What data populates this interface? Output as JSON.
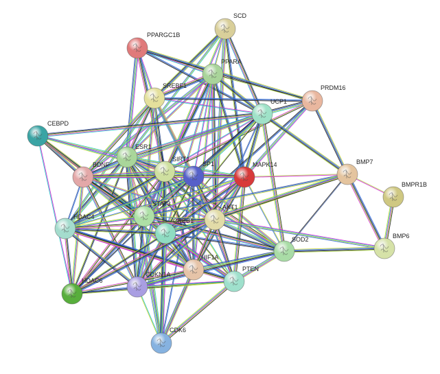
{
  "edge_colors": [
    "#c8d42a",
    "#d21fd2",
    "#1b1b1b",
    "#2f6fe0",
    "#19c3c3",
    "#b4e04a",
    "#3c5a9c"
  ],
  "nodes": [
    {
      "id": "SCD",
      "label": "SCD",
      "color": "#d9cf9a"
    },
    {
      "id": "PPARGC1B",
      "label": "PPARGC1B",
      "color": "#e07a7a"
    },
    {
      "id": "PPARA",
      "label": "PPARA",
      "color": "#a9d49a"
    },
    {
      "id": "SREBF1",
      "label": "SREBF1",
      "color": "#e4e09c"
    },
    {
      "id": "PRDM16",
      "label": "PRDM16",
      "color": "#e9b79f"
    },
    {
      "id": "UCP1",
      "label": "UCP1",
      "color": "#9fe2c8"
    },
    {
      "id": "CEBPD",
      "label": "CEBPD",
      "color": "#3aa4a4"
    },
    {
      "id": "ESR1",
      "label": "ESR1",
      "color": "#a9d69a"
    },
    {
      "id": "BDNF",
      "label": "BDNF",
      "color": "#e3a8a8"
    },
    {
      "id": "SIRT1",
      "label": "SIRT1",
      "color": "#cfe0a0"
    },
    {
      "id": "SP1",
      "label": "SP1",
      "color": "#5660c9"
    },
    {
      "id": "MAPK14",
      "label": "MAPK14",
      "color": "#d83a3a"
    },
    {
      "id": "BMP7",
      "label": "BMP7",
      "color": "#e4c49e"
    },
    {
      "id": "BMPR1B",
      "label": "BMPR1B",
      "color": "#cfc882"
    },
    {
      "id": "STAT3",
      "label": "STAT3",
      "color": "#aee0a6"
    },
    {
      "id": "HDAC4",
      "label": "HDAC4",
      "color": "#a4dccd"
    },
    {
      "id": "CREB1",
      "label": "CREB1",
      "color": "#8fdcc2"
    },
    {
      "id": "AKT1",
      "label": "AKT1",
      "color": "#e2dca8"
    },
    {
      "id": "SOD2",
      "label": "SOD2",
      "color": "#a9dca6"
    },
    {
      "id": "BMP6",
      "label": "BMP6",
      "color": "#d6e2a8"
    },
    {
      "id": "HIF1A",
      "label": "HIF1A",
      "color": "#e6c4a8"
    },
    {
      "id": "HDAC6",
      "label": "HDAC6",
      "color": "#58ae3c"
    },
    {
      "id": "CDKN1A",
      "label": "CDKN1A",
      "color": "#a99ee2"
    },
    {
      "id": "PTEN",
      "label": "PTEN",
      "color": "#9fe0cc"
    },
    {
      "id": "CDK6",
      "label": "CDK6",
      "color": "#86b2e0"
    }
  ],
  "edges": [
    [
      "SCD",
      "PPARA"
    ],
    [
      "SCD",
      "SREBF1"
    ],
    [
      "SCD",
      "UCP1"
    ],
    [
      "SCD",
      "SIRT1"
    ],
    [
      "SCD",
      "AKT1"
    ],
    [
      "SCD",
      "MAPK14"
    ],
    [
      "SCD",
      "ESR1"
    ],
    [
      "PPARGC1B",
      "SREBF1"
    ],
    [
      "PPARGC1B",
      "PPARA"
    ],
    [
      "PPARGC1B",
      "ESR1"
    ],
    [
      "PPARGC1B",
      "UCP1"
    ],
    [
      "PPARGC1B",
      "SIRT1"
    ],
    [
      "PPARGC1B",
      "PRDM16"
    ],
    [
      "PPARA",
      "SREBF1"
    ],
    [
      "PPARA",
      "UCP1"
    ],
    [
      "PPARA",
      "SIRT1"
    ],
    [
      "PPARA",
      "PRDM16"
    ],
    [
      "PPARA",
      "SP1"
    ],
    [
      "PPARA",
      "STAT3"
    ],
    [
      "PPARA",
      "CREB1"
    ],
    [
      "PPARA",
      "AKT1"
    ],
    [
      "PPARA",
      "ESR1"
    ],
    [
      "PPARA",
      "MAPK14"
    ],
    [
      "PPARA",
      "HIF1A"
    ],
    [
      "PPARA",
      "BDNF"
    ],
    [
      "SREBF1",
      "UCP1"
    ],
    [
      "SREBF1",
      "SIRT1"
    ],
    [
      "SREBF1",
      "SP1"
    ],
    [
      "SREBF1",
      "AKT1"
    ],
    [
      "SREBF1",
      "PRDM16"
    ],
    [
      "SREBF1",
      "ESR1"
    ],
    [
      "SREBF1",
      "STAT3"
    ],
    [
      "SREBF1",
      "CREB1"
    ],
    [
      "SREBF1",
      "HDAC4"
    ],
    [
      "SREBF1",
      "BDNF"
    ],
    [
      "PRDM16",
      "UCP1"
    ],
    [
      "PRDM16",
      "BMP7"
    ],
    [
      "PRDM16",
      "SIRT1"
    ],
    [
      "PRDM16",
      "MAPK14"
    ],
    [
      "PRDM16",
      "CREB1"
    ],
    [
      "UCP1",
      "SIRT1"
    ],
    [
      "UCP1",
      "SP1"
    ],
    [
      "UCP1",
      "MAPK14"
    ],
    [
      "UCP1",
      "BMP7"
    ],
    [
      "UCP1",
      "AKT1"
    ],
    [
      "UCP1",
      "CREB1"
    ],
    [
      "UCP1",
      "ESR1"
    ],
    [
      "UCP1",
      "STAT3"
    ],
    [
      "UCP1",
      "SOD2"
    ],
    [
      "UCP1",
      "BDNF"
    ],
    [
      "CEBPD",
      "BDNF"
    ],
    [
      "CEBPD",
      "ESR1"
    ],
    [
      "CEBPD",
      "STAT3"
    ],
    [
      "CEBPD",
      "HDAC6"
    ],
    [
      "CEBPD",
      "SIRT1"
    ],
    [
      "CEBPD",
      "UCP1"
    ],
    [
      "CEBPD",
      "CREB1"
    ],
    [
      "ESR1",
      "SIRT1"
    ],
    [
      "ESR1",
      "SP1"
    ],
    [
      "ESR1",
      "AKT1"
    ],
    [
      "ESR1",
      "STAT3"
    ],
    [
      "ESR1",
      "CREB1"
    ],
    [
      "ESR1",
      "HIF1A"
    ],
    [
      "ESR1",
      "CDKN1A"
    ],
    [
      "ESR1",
      "BDNF"
    ],
    [
      "ESR1",
      "HDAC4"
    ],
    [
      "ESR1",
      "PTEN"
    ],
    [
      "ESR1",
      "MAPK14"
    ],
    [
      "ESR1",
      "SOD2"
    ],
    [
      "ESR1",
      "HDAC6"
    ],
    [
      "ESR1",
      "CDK6"
    ],
    [
      "BDNF",
      "SIRT1"
    ],
    [
      "BDNF",
      "SP1"
    ],
    [
      "BDNF",
      "AKT1"
    ],
    [
      "BDNF",
      "STAT3"
    ],
    [
      "BDNF",
      "CREB1"
    ],
    [
      "BDNF",
      "HDAC4"
    ],
    [
      "BDNF",
      "MAPK14"
    ],
    [
      "BDNF",
      "HDAC6"
    ],
    [
      "BDNF",
      "CDKN1A"
    ],
    [
      "BDNF",
      "HIF1A"
    ],
    [
      "BDNF",
      "PTEN"
    ],
    [
      "SIRT1",
      "SP1"
    ],
    [
      "SIRT1",
      "MAPK14"
    ],
    [
      "SIRT1",
      "AKT1"
    ],
    [
      "SIRT1",
      "STAT3"
    ],
    [
      "SIRT1",
      "CREB1"
    ],
    [
      "SIRT1",
      "HIF1A"
    ],
    [
      "SIRT1",
      "CDKN1A"
    ],
    [
      "SIRT1",
      "HDAC4"
    ],
    [
      "SIRT1",
      "PTEN"
    ],
    [
      "SIRT1",
      "SOD2"
    ],
    [
      "SIRT1",
      "HDAC6"
    ],
    [
      "SIRT1",
      "CDK6"
    ],
    [
      "SP1",
      "MAPK14"
    ],
    [
      "SP1",
      "AKT1"
    ],
    [
      "SP1",
      "STAT3"
    ],
    [
      "SP1",
      "CREB1"
    ],
    [
      "SP1",
      "HIF1A"
    ],
    [
      "SP1",
      "CDKN1A"
    ],
    [
      "SP1",
      "PTEN"
    ],
    [
      "SP1",
      "SOD2"
    ],
    [
      "SP1",
      "HDAC4"
    ],
    [
      "SP1",
      "HDAC6"
    ],
    [
      "SP1",
      "CDK6"
    ],
    [
      "MAPK14",
      "AKT1"
    ],
    [
      "MAPK14",
      "STAT3"
    ],
    [
      "MAPK14",
      "CREB1"
    ],
    [
      "MAPK14",
      "HIF1A"
    ],
    [
      "MAPK14",
      "CDKN1A"
    ],
    [
      "MAPK14",
      "PTEN"
    ],
    [
      "MAPK14",
      "SOD2"
    ],
    [
      "MAPK14",
      "HDAC4"
    ],
    [
      "MAPK14",
      "BMP7"
    ],
    [
      "BMP7",
      "BMPR1B"
    ],
    [
      "BMP7",
      "BMP6"
    ],
    [
      "BMP7",
      "AKT1"
    ],
    [
      "BMP7",
      "STAT3"
    ],
    [
      "BMP7",
      "SOD2"
    ],
    [
      "BMP7",
      "CREB1"
    ],
    [
      "BMPR1B",
      "BMP6"
    ],
    [
      "STAT3",
      "HDAC4"
    ],
    [
      "STAT3",
      "CREB1"
    ],
    [
      "STAT3",
      "AKT1"
    ],
    [
      "STAT3",
      "HIF1A"
    ],
    [
      "STAT3",
      "CDKN1A"
    ],
    [
      "STAT3",
      "PTEN"
    ],
    [
      "STAT3",
      "HDAC6"
    ],
    [
      "STAT3",
      "CDK6"
    ],
    [
      "STAT3",
      "SOD2"
    ],
    [
      "HDAC4",
      "HDAC6"
    ],
    [
      "HDAC4",
      "CREB1"
    ],
    [
      "HDAC4",
      "CDKN1A"
    ],
    [
      "HDAC4",
      "HIF1A"
    ],
    [
      "HDAC4",
      "AKT1"
    ],
    [
      "HDAC4",
      "PTEN"
    ],
    [
      "CREB1",
      "AKT1"
    ],
    [
      "CREB1",
      "HIF1A"
    ],
    [
      "CREB1",
      "CDKN1A"
    ],
    [
      "CREB1",
      "PTEN"
    ],
    [
      "CREB1",
      "HDAC6"
    ],
    [
      "CREB1",
      "CDK6"
    ],
    [
      "CREB1",
      "SOD2"
    ],
    [
      "AKT1",
      "HIF1A"
    ],
    [
      "AKT1",
      "CDKN1A"
    ],
    [
      "AKT1",
      "PTEN"
    ],
    [
      "AKT1",
      "SOD2"
    ],
    [
      "AKT1",
      "HDAC6"
    ],
    [
      "AKT1",
      "CDK6"
    ],
    [
      "AKT1",
      "BMP6"
    ],
    [
      "SOD2",
      "HIF1A"
    ],
    [
      "SOD2",
      "PTEN"
    ],
    [
      "SOD2",
      "BMP6"
    ],
    [
      "SOD2",
      "CDKN1A"
    ],
    [
      "HIF1A",
      "CDKN1A"
    ],
    [
      "HIF1A",
      "PTEN"
    ],
    [
      "HIF1A",
      "CDK6"
    ],
    [
      "HIF1A",
      "HDAC6"
    ],
    [
      "HDAC6",
      "CDKN1A"
    ],
    [
      "HDAC6",
      "PTEN"
    ],
    [
      "CDKN1A",
      "PTEN"
    ],
    [
      "CDKN1A",
      "CDK6"
    ],
    [
      "PTEN",
      "CDK6"
    ]
  ]
}
